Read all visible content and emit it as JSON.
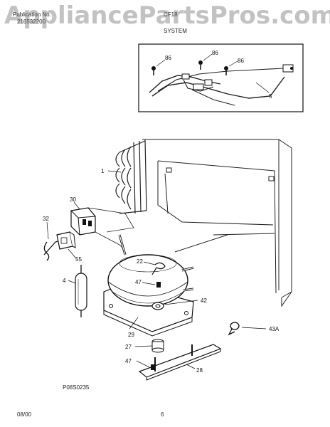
{
  "header": {
    "publication_label": "Publication No.",
    "publication_number": "216532200",
    "model": "CF18",
    "section": "SYSTEM"
  },
  "watermark": "AppliancePartsPros.com",
  "parts": {
    "p86": "86",
    "p5": "5",
    "p1": "1",
    "p30": "30",
    "p32": "32",
    "p55": "55",
    "p4": "4",
    "p22": "22",
    "p47": "47",
    "p42": "42",
    "p29": "29",
    "p27": "27",
    "p28": "28",
    "p43A": "43A"
  },
  "drawing_code": "P08S0235",
  "footer": {
    "date": "08/00",
    "page": "6"
  }
}
